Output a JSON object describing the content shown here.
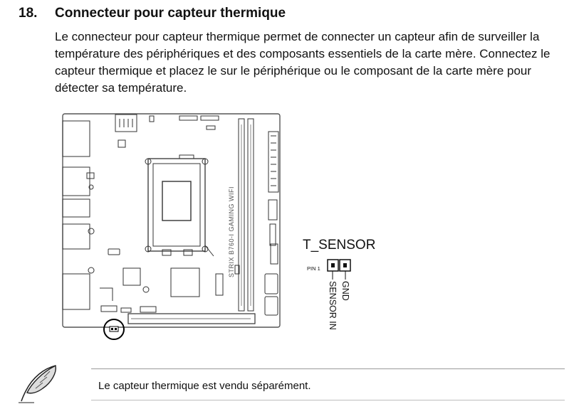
{
  "section": {
    "number": "18.",
    "title": "Connecteur pour capteur thermique",
    "body": "Le connecteur pour capteur thermique permet de connecter un capteur afin de surveiller la température des périphériques et des composants essentiels de la carte mère. Connectez le capteur thermique et placez le sur le périphérique ou le composant de la carte mère pour détecter sa température."
  },
  "board": {
    "model_label": "STRIX B760-I GAMING WIFI"
  },
  "connector": {
    "name": "T_SENSOR",
    "pin1_label": "PIN 1",
    "pins": [
      "SENSOR IN",
      "GND"
    ]
  },
  "note": {
    "icon": "feather-quill-icon",
    "text": "Le capteur thermique est vendu séparément."
  }
}
